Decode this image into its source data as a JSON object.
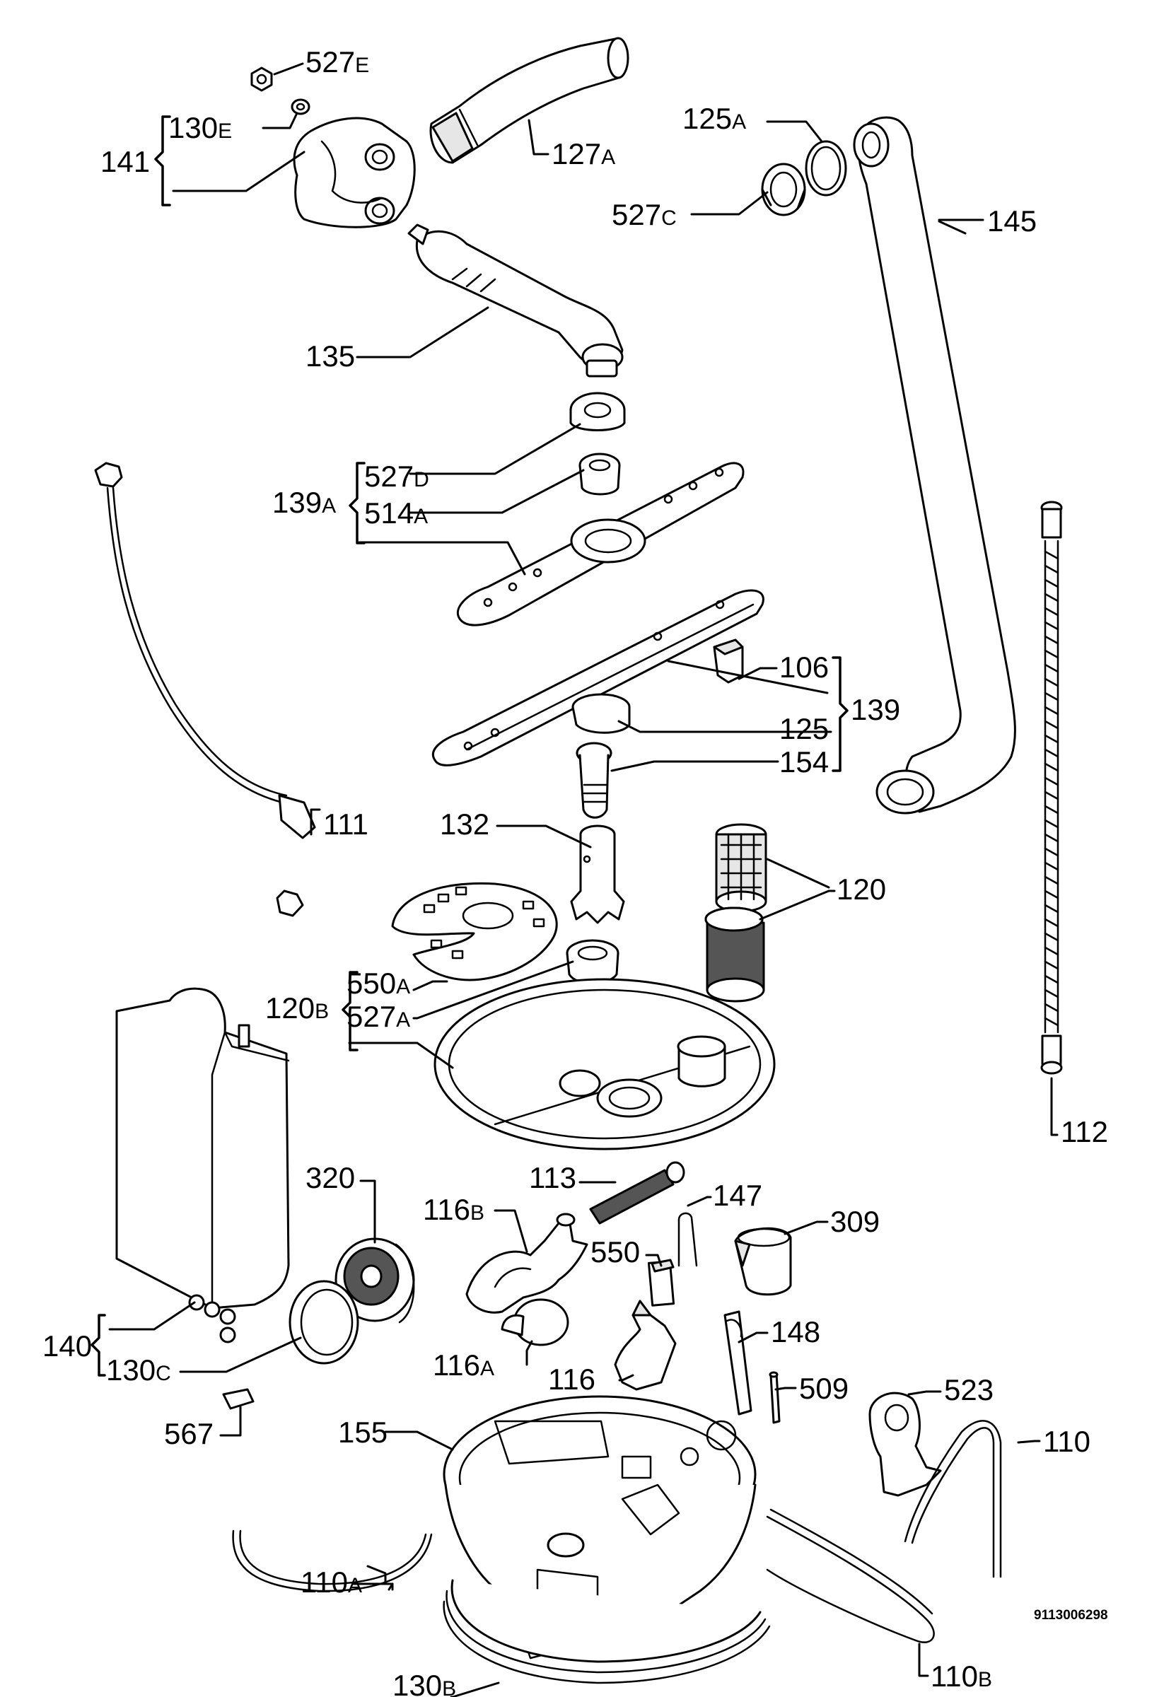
{
  "diagram": {
    "reference": "9113006298",
    "labels": {
      "l527e": {
        "num": "527",
        "sfx": "E"
      },
      "l130e": {
        "num": "130",
        "sfx": "E"
      },
      "l141": {
        "num": "141",
        "sfx": ""
      },
      "l127a": {
        "num": "127",
        "sfx": "A"
      },
      "l125a": {
        "num": "125",
        "sfx": "A"
      },
      "l527c": {
        "num": "527",
        "sfx": "C"
      },
      "l145": {
        "num": "145",
        "sfx": ""
      },
      "l135": {
        "num": "135",
        "sfx": ""
      },
      "l139a": {
        "num": "139",
        "sfx": "A"
      },
      "l527d": {
        "num": "527",
        "sfx": "D"
      },
      "l514a": {
        "num": "514",
        "sfx": "A"
      },
      "l106": {
        "num": "106",
        "sfx": ""
      },
      "l139": {
        "num": "139",
        "sfx": ""
      },
      "l125": {
        "num": "125",
        "sfx": ""
      },
      "l154": {
        "num": "154",
        "sfx": ""
      },
      "l111": {
        "num": "111",
        "sfx": ""
      },
      "l132": {
        "num": "132",
        "sfx": ""
      },
      "l120": {
        "num": "120",
        "sfx": ""
      },
      "l120b": {
        "num": "120",
        "sfx": "B"
      },
      "l550a": {
        "num": "550",
        "sfx": "A"
      },
      "l527a": {
        "num": "527",
        "sfx": "A"
      },
      "l112": {
        "num": "112",
        "sfx": ""
      },
      "l113": {
        "num": "113",
        "sfx": ""
      },
      "l320": {
        "num": "320",
        "sfx": ""
      },
      "l116b": {
        "num": "116",
        "sfx": "B"
      },
      "l147": {
        "num": "147",
        "sfx": ""
      },
      "l309": {
        "num": "309",
        "sfx": ""
      },
      "l550": {
        "num": "550",
        "sfx": ""
      },
      "l148": {
        "num": "148",
        "sfx": ""
      },
      "l140": {
        "num": "140",
        "sfx": ""
      },
      "l130c": {
        "num": "130",
        "sfx": "C"
      },
      "l116a": {
        "num": "116",
        "sfx": "A"
      },
      "l116": {
        "num": "116",
        "sfx": ""
      },
      "l509": {
        "num": "509",
        "sfx": ""
      },
      "l523": {
        "num": "523",
        "sfx": ""
      },
      "l567": {
        "num": "567",
        "sfx": ""
      },
      "l155": {
        "num": "155",
        "sfx": ""
      },
      "l110": {
        "num": "110",
        "sfx": ""
      },
      "l110a": {
        "num": "110",
        "sfx": "A"
      },
      "l130b": {
        "num": "130",
        "sfx": "B"
      },
      "l110b": {
        "num": "110",
        "sfx": "B"
      }
    }
  }
}
